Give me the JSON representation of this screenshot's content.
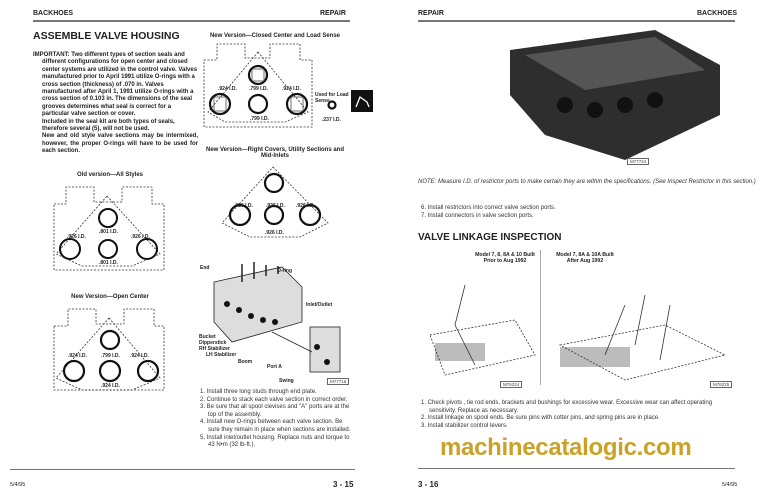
{
  "left": {
    "header_left": "BACKHOES",
    "header_right": "REPAIR",
    "title": "ASSEMBLE VALVE HOUSING",
    "important": "IMPORTANT: Two different types of section seals and different configurations for open center and closed center systems are utilized in the control valve. Valves manufactured prior to April 1991 utilize O-rings with a cross section (thickness) of .070 in. Valves manufactured after April 1, 1991 utilize O-rings with a cross section of 0.103 in. The dimensions of the seal grooves determines what seal is correct for a particular valve section or cover.",
    "important_2": "Included in the seal kit are both types of seals, therefore several (5), will not be used.",
    "important_3": "New and old style valve sections may be intermixed, however, the proper O-rings will have to be used for each section.",
    "fig_closed": {
      "caption": "New Version—Closed Center and Load Sense",
      "l": ".924 I.D.",
      "t": ".799 I.D.",
      "r": ".924 I.D.",
      "c": ".799 I.D.",
      "used": "Used for Load Sense",
      "small": ".237 I.D."
    },
    "fig_right": {
      "caption": "New Version—Right Covers, Utility Sections and Mid-Inlets",
      "l": ".926 I.D.",
      "t": ".926 I.D.",
      "r": ".926 I.D.",
      "c": ".926 I.D."
    },
    "fig_old": {
      "caption": "Old version—All Styles",
      "l": ".926 I.D.",
      "t": ".801 I.D.",
      "r": ".926 I.D.",
      "c": ".801 I.D."
    },
    "fig_open": {
      "caption": "New Version—Open Center",
      "l": ".924 I.D.",
      "t": ".799 I.D.",
      "r": ".924 I.D.",
      "c": ".924 I.D."
    },
    "exploded": {
      "end": "End",
      "oring": "O-ring",
      "inlet": "Inlet/Outlet",
      "bucket": "Bucket",
      "dipper": "Dipperstick",
      "rh": "RH Stabilizer",
      "lh": "LH Stabilizer",
      "boom": "Boom",
      "porta": "Port A",
      "swing": "Swing",
      "fig": "M77716"
    },
    "steps": [
      "1. Install three long studs through end plate.",
      "2. Continue to stack each valve section in correct order.",
      "3. Be sure that all spool clevises and \"A\" ports are at the top of the assembly.",
      "4. Install new O-rings between each valve section. Be sure they remain in place when sections are installed.",
      "5. Install inlet/outlet housing. Replace nuts and torque to 43 N•m (32 lb-ft.)."
    ],
    "page_number": "3 - 15",
    "date": "5/4/95"
  },
  "right": {
    "header_left": "REPAIR",
    "header_right": "BACKHOES",
    "photo_fig": "M77724",
    "note": "NOTE: Measure I.D. of restrictor ports to make certain they are within the specifications. (See Inspect Restrictor in this section.)",
    "steps": [
      "6. Install restrictors into correct valve section ports.",
      "7. Install connectors in valve section ports."
    ],
    "title": "VALVE LINKAGE INSPECTION",
    "model_a": "Model 7, 8, 8A & 10 Built Prior to Aug 1992",
    "model_b": "Model 7, 8A & 10A Built After Aug 1992",
    "fig_a": "M76224",
    "fig_b": "M76225",
    "linkage_steps": [
      "1. Check pivots , tie rod ends, brackets and bushings for excessive wear. Excessive wear can affect operating sensitivity. Replace as necessary.",
      "2. Install linkage on spool ends. Be sure pins with cotter pins, and spring pins are in place.",
      "3. Install stabilizer control levers."
    ],
    "page_number": "3 - 16",
    "date": "5/4/95"
  },
  "watermark": "machinecatalogic.com"
}
